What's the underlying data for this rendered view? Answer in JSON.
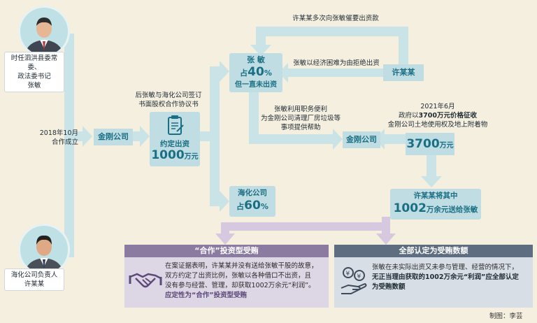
{
  "persons": {
    "zhangmin": {
      "line1": "时任泗洪县委常委、",
      "line2": "政法委书记",
      "line3": "张敏"
    },
    "xumoumou": {
      "line1": "海化公司负责人",
      "line2": "许某某"
    }
  },
  "founding": {
    "line1": "2018年10月",
    "line2": "合作成立"
  },
  "nodes": {
    "jingang_left": "金刚公司",
    "agreement_note": {
      "line1": "后张敏与海化公司签订",
      "line2": "书面股权合作协议书"
    },
    "agreed_invest": {
      "line1": "约定出资",
      "amount_num": "1000",
      "amount_unit": "万元"
    },
    "zhangmin_share": {
      "name": "张 敏",
      "pct_prefix": "占",
      "pct_num": "40",
      "pct_unit": "%",
      "note": "但一直未出资"
    },
    "haihua_share": {
      "name": "海化公司",
      "pct_prefix": "占",
      "pct_num": "60",
      "pct_unit": "%"
    },
    "xumoumou_box": "许某某",
    "jingang_right": "金刚公司",
    "amount_3700": {
      "num": "3700",
      "unit": "万元"
    },
    "bribe_box": {
      "line1": "许某某将其中",
      "amount_num": "1002",
      "amount_rest": "万余元送给张敏"
    }
  },
  "flow_notes": {
    "top_loop": "许某某多次向张敏催要出资款",
    "refuse": "张敏以经济困难为由拒绝出资",
    "help": {
      "line1": "张敏利用职务便利",
      "line2": "为金刚公司清理厂房垃圾等",
      "line3": "事项提供帮助"
    },
    "gov": {
      "line1": "2021年6月",
      "line2_pre": "政府以",
      "line2_bold": "3700万元价格征收",
      "line3": "金刚公司土地使用权及地上附着物"
    }
  },
  "panels": {
    "left": {
      "title": "“合作”投资型受贿",
      "text": [
        "在案证据表明，许某某并没有送给张敏干股的故意，",
        "双方约定了出资比例，张敏以各种借口不出资，且",
        "没有参与经营、管理，却获取1002万余元“利润”。"
      ],
      "conclusion": "应定性为“合作”投资型受贿",
      "icon": "handshake-icon"
    },
    "right": {
      "title": "全部认定为受贿数额",
      "text": [
        "张敏在未实际出资又未参与管理、经营的情况下，"
      ],
      "bold": [
        "无正当理由获取的1002万余元“利润”应全部认定",
        "为受贿数额"
      ],
      "icon": "money-hand-icon"
    }
  },
  "credit": "制图：李芸",
  "colors": {
    "background": "#f4efdf",
    "flow_teal": "#c9e3e6",
    "box_teal": "#bfdde2",
    "text_teal": "#1a6f84",
    "panel_left_head": "#8c7ba1",
    "panel_left_bg": "#ddd6e4",
    "panel_right_head": "#5e6e80",
    "panel_right_bg": "#d8dee6",
    "arrow_purple": "#d6c8de"
  }
}
